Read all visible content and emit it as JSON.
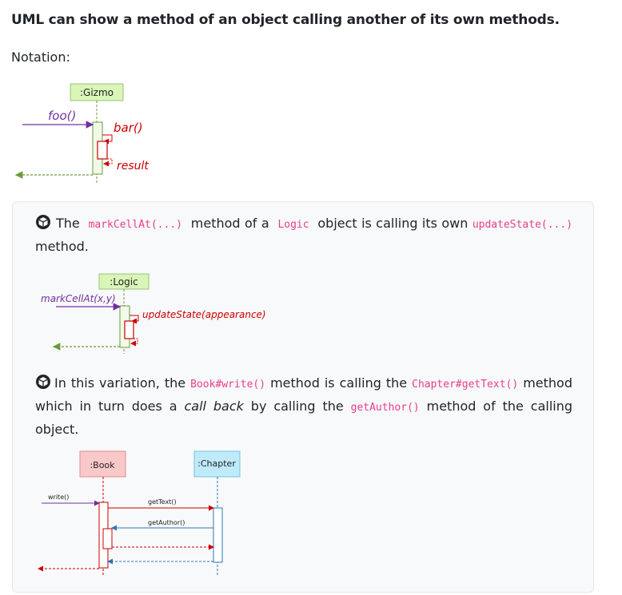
{
  "heading": "UML can show a method of an object calling another of its own methods.",
  "notation_label": "Notation:",
  "diagram1": {
    "object": ":Gizmo",
    "incoming_call": "foo()",
    "self_call": "bar()",
    "return_label": "result"
  },
  "example1": {
    "text_the": "The",
    "code_markcell": "markCellAt(...)",
    "text_method_of_a": "method of a",
    "code_logic": "Logic",
    "text_object_calling": "object is calling its own",
    "code_updatestate": "updateState(...)",
    "text_method_end": "method.",
    "diagram": {
      "object": ":Logic",
      "incoming_call": "markCellAt(x,y)",
      "self_call": "updateState(appearance)"
    }
  },
  "example2": {
    "text_in_this": "In this variation, the",
    "code_book_write": "Book#write()",
    "text_method_calling": "method is calling the",
    "code_chapter_gettext": "Chapter#getText()",
    "text_which": "method which in turn does a",
    "text_callback": "call back",
    "text_by_calling": "by calling the",
    "code_getauthor": "getAuthor()",
    "text_method_of_the": "method of the calling object.",
    "diagram": {
      "object_book": ":Book",
      "object_chapter": ":Chapter",
      "call_write": "write()",
      "call_gettext": "getText()",
      "call_getauthor": "getAuthor()"
    }
  },
  "colors": {
    "red": "#cc0000",
    "purple": "#7030a0",
    "green_box": "#d9f5b8",
    "green_line": "#6a9a3a",
    "pink_box": "#f9c8c8",
    "blue_box": "#bfeaf9",
    "blue_line": "#2e75b6",
    "code": "#e83e8c"
  }
}
